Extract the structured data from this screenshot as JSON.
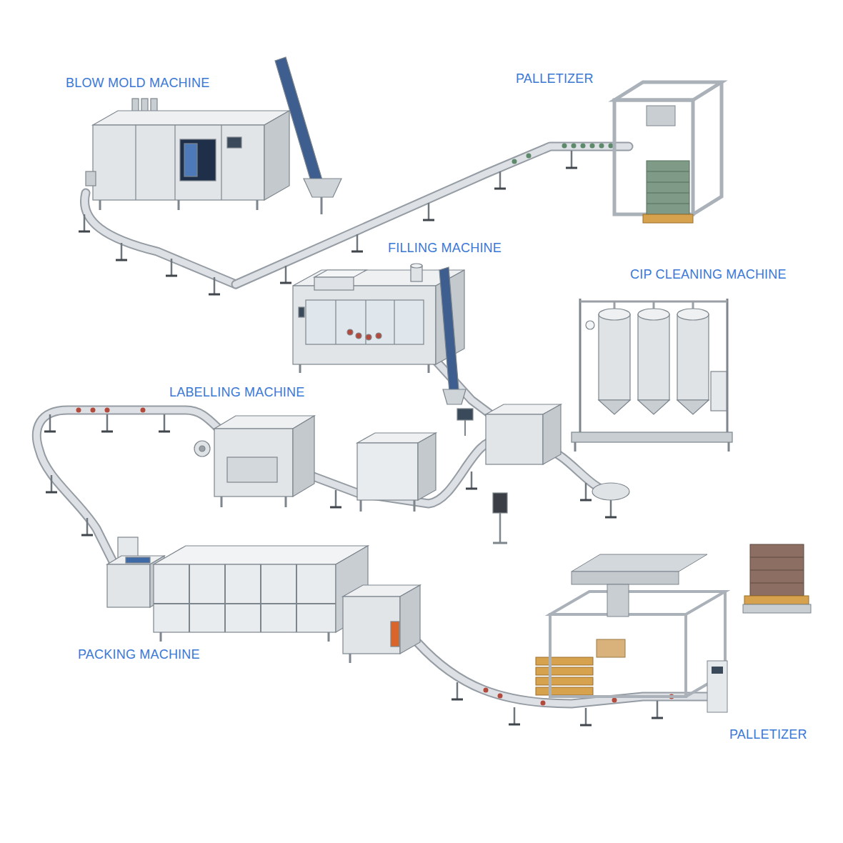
{
  "diagram": {
    "labels": [
      "BLOW MOLD MACHINE",
      "PALLETIZER",
      "FILLING MACHINE",
      "CIP CLEANING MACHINE",
      "LABELLING MACHINE",
      "PACKING MACHINE",
      "PALLETIZER"
    ]
  }
}
